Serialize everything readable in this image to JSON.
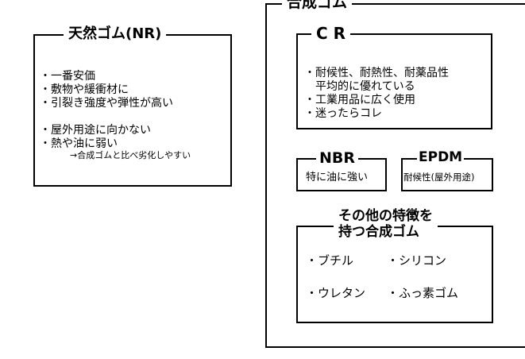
{
  "natural_rubber": {
    "title": "天然ゴム(NR)",
    "lines": [
      "・一番安価",
      "・敷物や緩衝材に",
      "・引裂き強度や弾性が高い",
      "",
      "・屋外用途に向かない",
      "・熱や油に弱い"
    ],
    "note": "→合成ゴムと比べ劣化しやすい"
  },
  "synthetic_rubber": {
    "title": "合成ゴム",
    "cr": {
      "title": "C R",
      "lines": [
        "・耐候性、耐熱性、耐薬品性",
        "　平均的に優れている",
        "・工業用品に広く使用",
        "・迷ったらコレ"
      ]
    },
    "nbr": {
      "title": "NBR",
      "text": "特に油に強い"
    },
    "epdm": {
      "title": "EPDM",
      "text": "耐候性(屋外用途)"
    },
    "other": {
      "title_line1": "その他の特徴を",
      "title_line2": "持つ合成ゴム",
      "row1": [
        "・ブチル",
        "・シリコン"
      ],
      "row2": [
        "・ウレタン",
        "・ふっ素ゴム"
      ]
    }
  }
}
